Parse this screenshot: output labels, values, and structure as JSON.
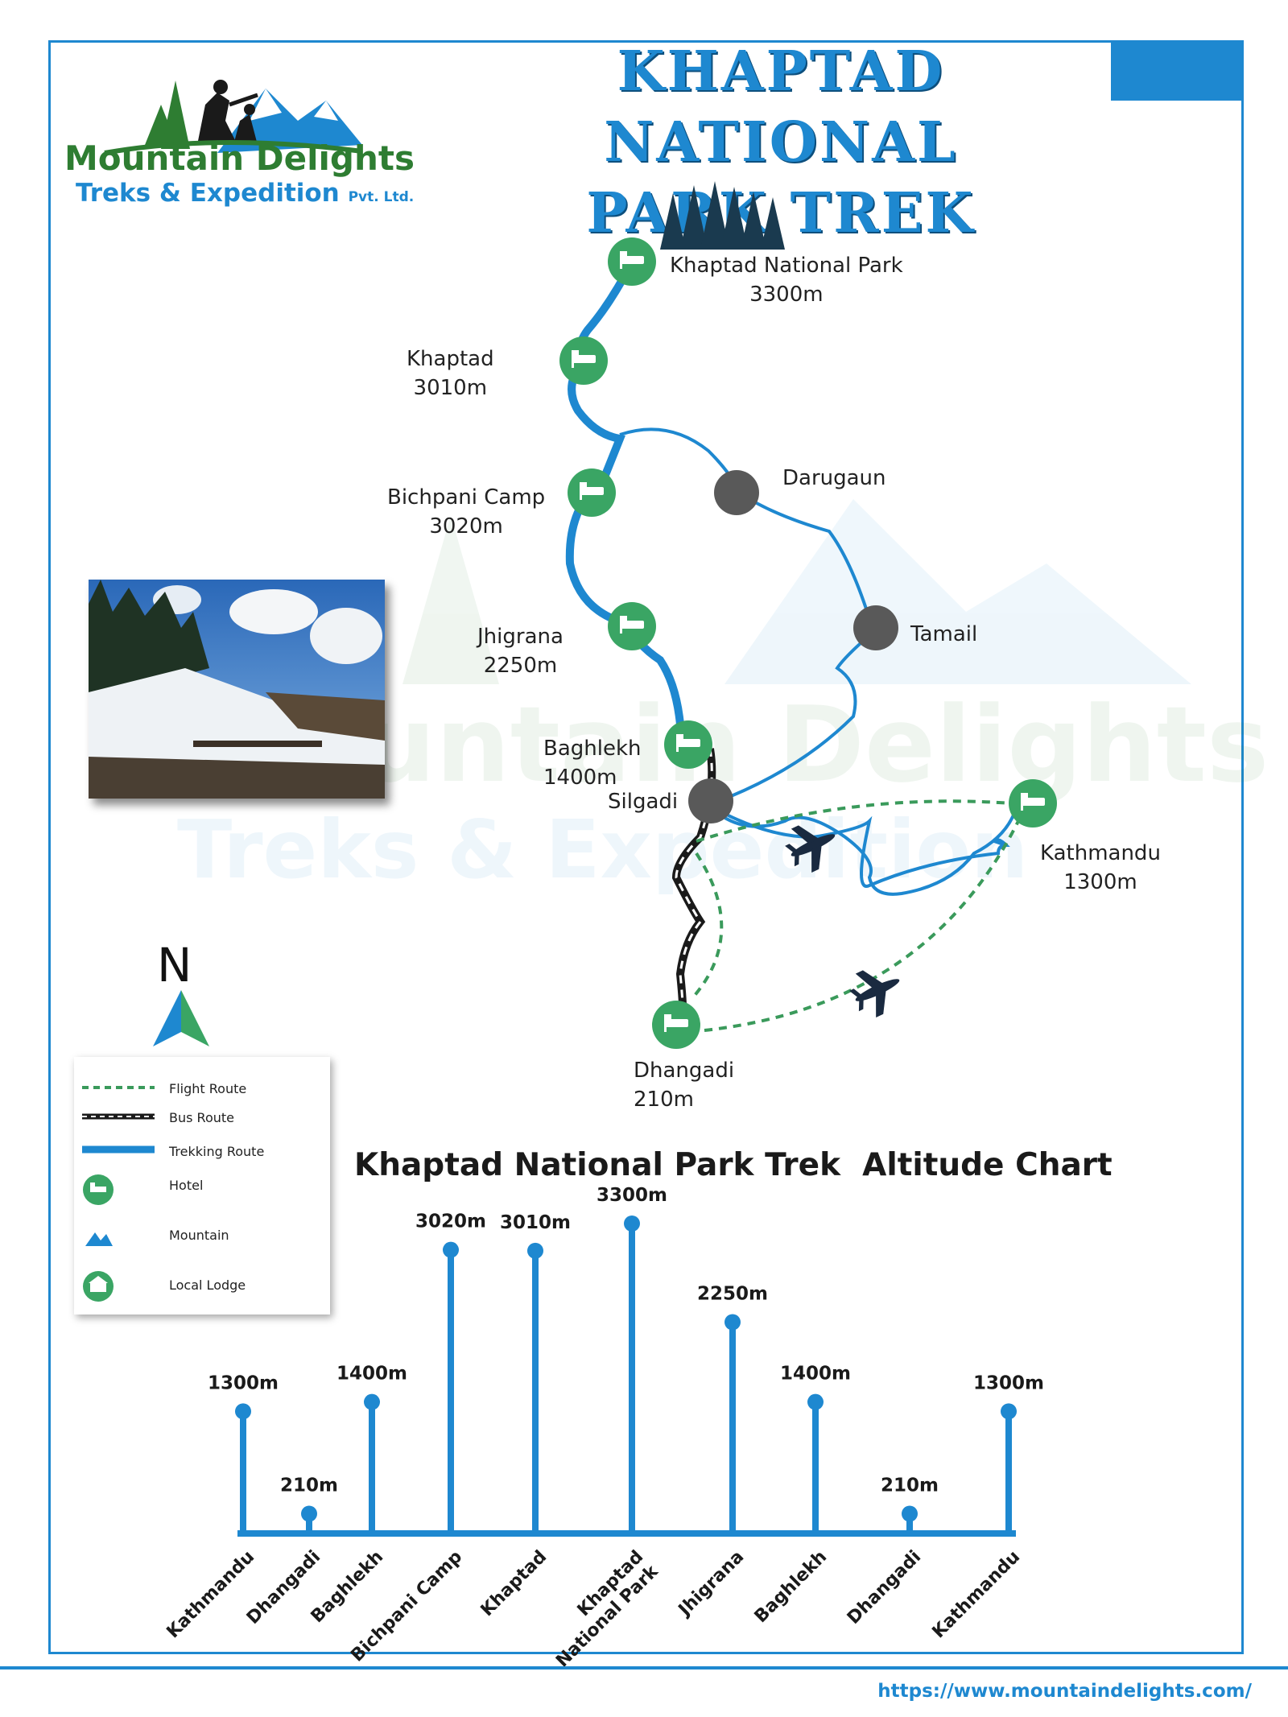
{
  "title": {
    "line1": "KHAPTAD NATIONAL",
    "line2": "PARK TREK"
  },
  "logo": {
    "name": "Mountain Delights",
    "tagline": "Treks & Expedition",
    "suffix": "Pvt. Ltd."
  },
  "map": {
    "stops": [
      {
        "name": "Khaptad National Park",
        "altitude": "3300m",
        "icon": "hotel-icon"
      },
      {
        "name": "Khaptad",
        "altitude": "3010m",
        "icon": "hotel-icon"
      },
      {
        "name": "Bichpani Camp",
        "altitude": "3020m",
        "icon": "hotel-icon"
      },
      {
        "name": "Jhigrana",
        "altitude": "2250m",
        "icon": "hotel-icon"
      },
      {
        "name": "Baghlekh",
        "altitude": "1400m",
        "icon": "hotel-icon"
      },
      {
        "name": "Kathmandu",
        "altitude": "1300m",
        "icon": "hotel-icon"
      },
      {
        "name": "Dhangadi",
        "altitude": "210m",
        "icon": "hotel-icon"
      }
    ],
    "places": [
      "Darugaun",
      "Tamail",
      "Silgadi"
    ],
    "north": "N",
    "colors": {
      "trek": "#1e88d0",
      "flight": "#3a9a5b",
      "hotel": "#3aa564",
      "place": "#595959"
    }
  },
  "legend": {
    "items": [
      {
        "label": "Flight Route",
        "icon": "flight-route-line"
      },
      {
        "label": "Bus Route",
        "icon": "bus-route-line"
      },
      {
        "label": "Trekking Route",
        "icon": "trekking-route-line"
      },
      {
        "label": "Hotel",
        "icon": "hotel-icon"
      },
      {
        "label": "Mountain",
        "icon": "mountain-icon"
      },
      {
        "label": "Local Lodge",
        "icon": "lodge-icon"
      }
    ]
  },
  "chart_data": {
    "type": "bar",
    "title": "Khaptad National Park Trek  Altitude Chart",
    "categories": [
      "Kathmandu",
      "Dhangadi",
      "Baghlekh",
      "Bichpani Camp",
      "Khaptad",
      "Khaptad National Park",
      "Jhigrana",
      "Baghlekh",
      "Dhangadi",
      "Kathmandu"
    ],
    "values": [
      1300,
      210,
      1400,
      3020,
      3010,
      3300,
      2250,
      1400,
      210,
      1300
    ],
    "labels": [
      "1300m",
      "210m",
      "1400m",
      "3020m",
      "3010m",
      "3300m",
      "2250m",
      "1400m",
      "210m",
      "1300m"
    ],
    "ylim": [
      0,
      3300
    ],
    "color": "#1e88d0"
  },
  "footer": {
    "url": "https://www.mountaindelights.com/"
  }
}
